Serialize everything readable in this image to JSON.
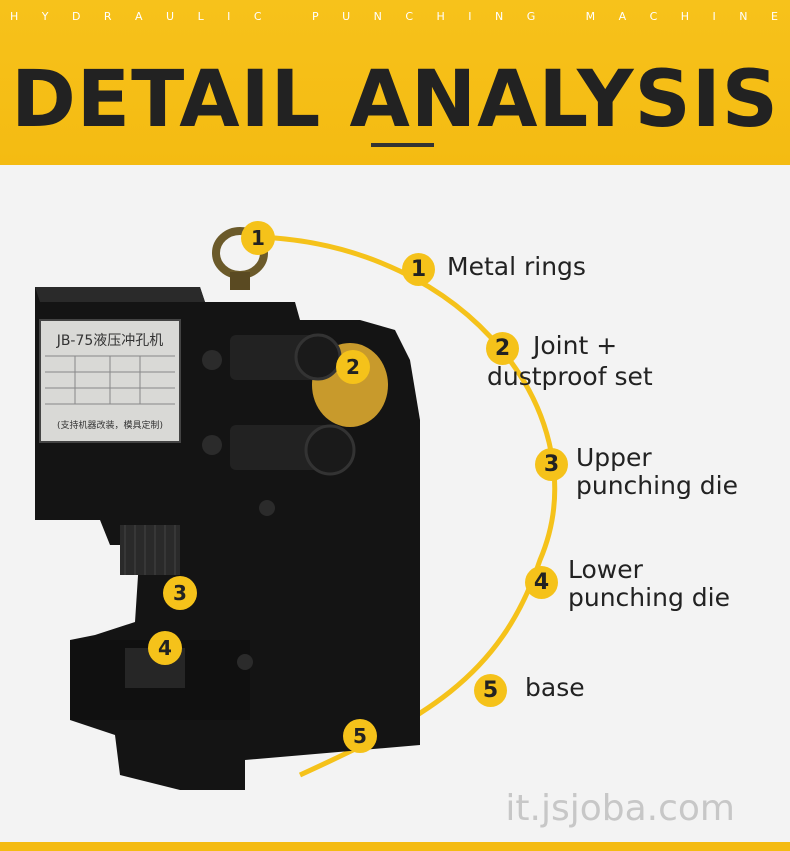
{
  "banner": {
    "subtitle_letters": [
      "H",
      "Y",
      "D",
      "R",
      "A",
      "U",
      "L",
      "I",
      "C",
      "",
      "P",
      "U",
      "N",
      "C",
      "H",
      "I",
      "N",
      "G",
      "",
      "M",
      "A",
      "C",
      "H",
      "I",
      "N",
      "E"
    ],
    "headline": "DETAIL ANALYSIS"
  },
  "labels": [
    {
      "num": "1",
      "lines": [
        "Metal rings"
      ]
    },
    {
      "num": "2",
      "lines": [
        "Joint +",
        "dustproof set"
      ]
    },
    {
      "num": "3",
      "lines": [
        "Upper",
        "punching die"
      ]
    },
    {
      "num": "4",
      "lines": [
        "Lower",
        "punching die"
      ]
    },
    {
      "num": "5",
      "lines": [
        "base"
      ]
    }
  ],
  "machine": {
    "plate_title": "JB-75液压冲孔机",
    "plate_footer": "(支持机器改装，模具定制)",
    "markers": [
      "1",
      "2",
      "3",
      "4",
      "5"
    ]
  },
  "watermark": "it.jsjoba.com",
  "colors": {
    "accent": "#f5c21a",
    "machine": "#141414"
  }
}
